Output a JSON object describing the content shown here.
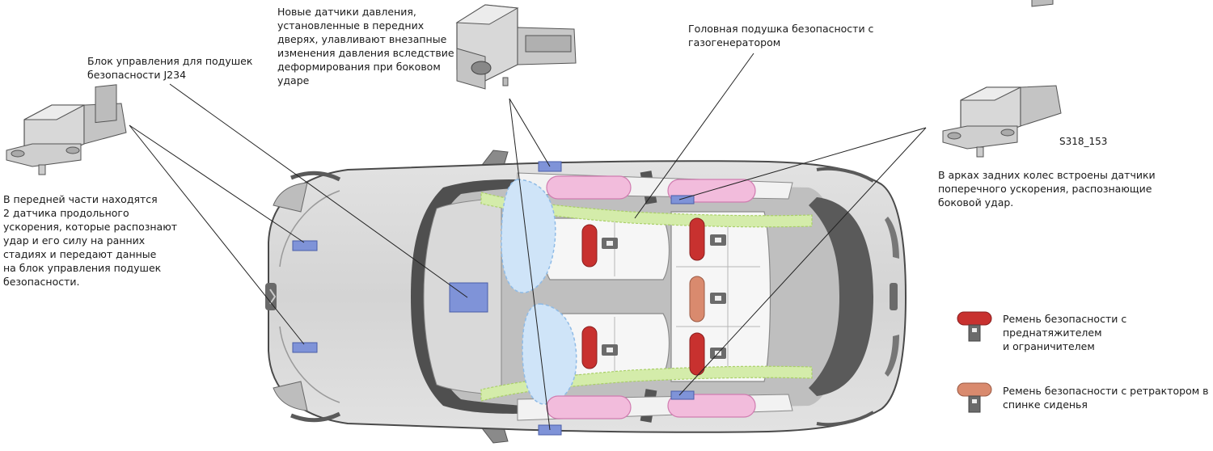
{
  "labels": {
    "front_sensors": "В передней части находятся\n2 датчика продольного\nускорения, которые распознают\nудар и его силу на ранних\nстадиях и передают данные\nна блок управления подушек\nбезопасности.",
    "control_unit": "Блок управления для подушек\nбезопасности J234",
    "pressure_sensors": "Новые датчики давления,\nустановленные в передних\nдверях, улавливают внезапные\nизменения давления вследствие\nдеформирования при боковом\nударе",
    "head_airbag": "Головная подушка безопасности с\nгазогенератором",
    "rear_sensors": "В арках задних колес встроены датчики\nпоперечного ускорения, распознающие\nбоковой удар."
  },
  "reference_code": "S318_153",
  "legend": {
    "belt_pretensioner": "Ремень безопасности с преднатяжителем\nи ограничителем",
    "belt_retractor": "Ремень безопасности с ретрактором в\nспинке сиденья"
  },
  "colors": {
    "belt_pretensioner": "#c8312f",
    "belt_retractor": "#d98a6e",
    "sensor": "#7f93d8",
    "front_airbag": "#bcd9f4",
    "side_airbag": "#f0b6d8",
    "head_airbag": "#cfe8a4"
  }
}
